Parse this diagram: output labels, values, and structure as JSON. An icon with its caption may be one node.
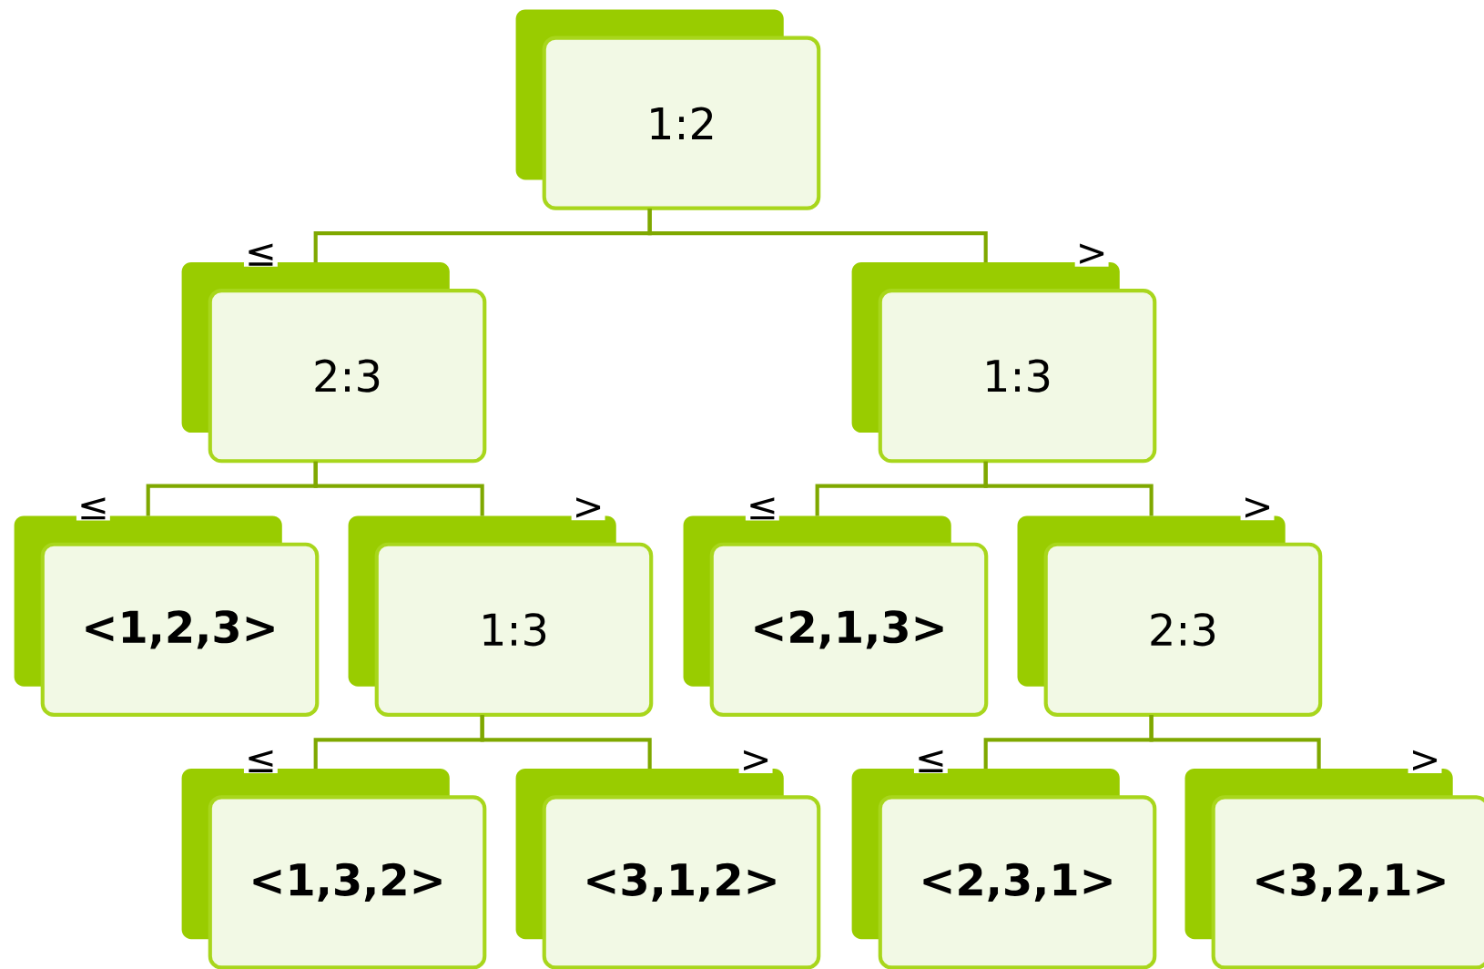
{
  "diagram": {
    "nodes": [
      {
        "text": [
          "1:2"
        ]
      },
      {
        "text": [
          "2:3"
        ]
      },
      {
        "text": [
          "1:3"
        ]
      },
      {
        "text": [
          "<1,2,3>"
        ]
      },
      {
        "text": [
          "1:3"
        ]
      },
      {
        "text": [
          "<2,1,3>"
        ]
      },
      {
        "text": [
          "2:3"
        ]
      },
      {
        "text": [
          "<1,3,2>"
        ]
      },
      {
        "text": [
          "<3,1,2>"
        ]
      },
      {
        "text": [
          "<2,3,1>"
        ]
      },
      {
        "text": [
          "<3,2,1>"
        ]
      }
    ],
    "edges": [
      {
        "from": 0,
        "to": 1,
        "arrow": "none",
        "label": "≤"
      },
      {
        "from": 0,
        "to": 2,
        "arrow": "none",
        "label": ">"
      },
      {
        "from": 1,
        "to": 3,
        "arrow": "none",
        "label": "≤"
      },
      {
        "from": 1,
        "to": 4,
        "arrow": "none",
        "label": ">"
      },
      {
        "from": 2,
        "to": 5,
        "arrow": "none",
        "label": "≤"
      },
      {
        "from": 2,
        "to": 6,
        "arrow": "none",
        "label": ">"
      },
      {
        "from": 4,
        "to": 7,
        "arrow": "none",
        "label": "≤"
      },
      {
        "from": 4,
        "to": 8,
        "arrow": "none",
        "label": ">"
      },
      {
        "from": 6,
        "to": 9,
        "arrow": "none",
        "label": "≤"
      },
      {
        "from": 6,
        "to": 10,
        "arrow": "none",
        "label": ">"
      }
    ]
  }
}
